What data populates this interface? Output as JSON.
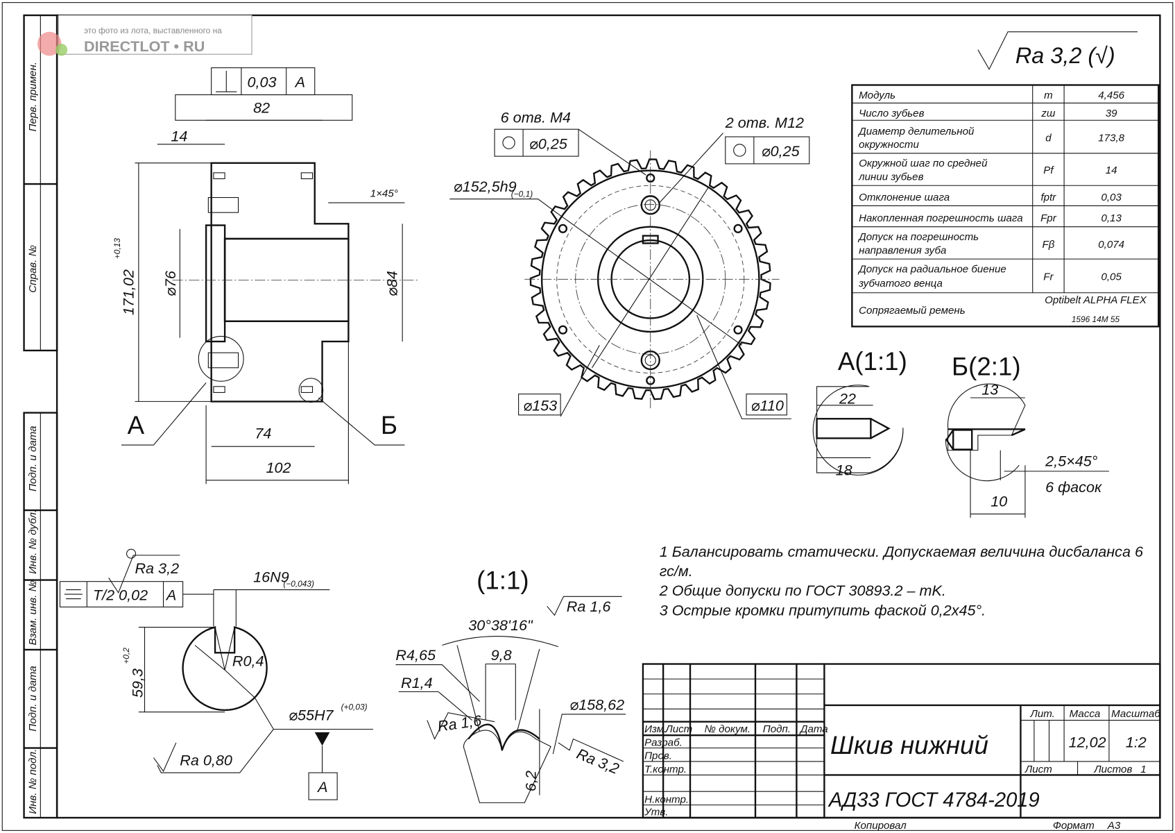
{
  "watermark": {
    "caption": "это фото из лота, выставленного на",
    "brand": "DIRECTLOT • RU"
  },
  "side_strip": [
    "Перв. примен.",
    "Справ. №",
    "Подп. и дата",
    "Инв. № дубл.",
    "Взам. инв. №",
    "Подп. и дата",
    "Инв. № подл."
  ],
  "roughness_general": "Ra 3,2 (√)",
  "params_table": [
    {
      "name": "Модуль",
      "symbol": "m",
      "value": "4,456"
    },
    {
      "name": "Число зубьев",
      "symbol": "zш",
      "value": "39"
    },
    {
      "name": "Диаметр делительной",
      "name2": "окружности",
      "symbol": "d",
      "value": "173,8"
    },
    {
      "name": "Окружной шаг по средней",
      "name2": "линии зубьев",
      "symbol": "Pf",
      "value": "14"
    },
    {
      "name": "Отклонение шага",
      "symbol": "fptr",
      "value": "0,03"
    },
    {
      "name": "Накопленная погрешность шага",
      "symbol": "Fpr",
      "value": "0,13"
    },
    {
      "name": "Допуск на погрешность",
      "name2": "направления зуба",
      "symbol": "Fβ",
      "value": "0,074"
    },
    {
      "name": "Допуск на радиальное биение",
      "name2": "зубчатого венца",
      "symbol": "Fr",
      "value": "0,05"
    },
    {
      "name": "Сопрягаемый ремень",
      "value": "Optibelt ALPHA FLEX",
      "value2": "1596 14M 55"
    }
  ],
  "section_view": {
    "perp_tol": "0,03",
    "perp_datum": "A",
    "dim_82": "82",
    "dim_14": "14",
    "chamfer": "1×45°",
    "dim_height": "171,02",
    "dim_height_tol": "+0,13",
    "dim_76": "⌀76",
    "dim_84": "⌀84",
    "dim_74": "74",
    "dim_102": "102",
    "label_a": "А",
    "label_b": "Б"
  },
  "front_view": {
    "holes_m4": "6 отв. M4",
    "holes_m4_tol": "⌀0,25",
    "holes_m12": "2 отв. M12",
    "holes_m12_tol": "⌀0,25",
    "dim_152": "⌀152,5h9",
    "dim_152_tol": "(−0,1)",
    "dim_153": "⌀153",
    "dim_110": "⌀110"
  },
  "detail_a": {
    "title": "А(1:1)",
    "dim_22": "22",
    "dim_18": "18"
  },
  "detail_b": {
    "title": "Б(2:1)",
    "dim_13": "13",
    "dim_10": "10",
    "chamfer": "2,5×45°",
    "chamfer_count": "6 фасок"
  },
  "key_section": {
    "roughness_top": "Ra 3,2",
    "sym_tol": "T/2 0,02",
    "sym_datum": "A",
    "keyway": "16N9",
    "keyway_tol": "(−0,043)",
    "dim_59": "59,3",
    "dim_59_tol": "+0,2",
    "radius": "R0,4",
    "bore": "⌀55H7",
    "bore_tol": "(+0,03)",
    "roughness_bore": "Ra 0,80",
    "datum": "A"
  },
  "tooth_profile": {
    "title": "(1:1)",
    "angle": "30°38'16\"",
    "roughness_flank": "Ra 1,6",
    "r465": "R4,65",
    "r14": "R1,4",
    "dim_98": "9,8",
    "roughness_root": "Ra 1,6",
    "dia": "⌀158,62",
    "roughness_tip": "Ra 3,2",
    "dim_62": "6,2"
  },
  "notes": [
    "1 Балансировать статически. Допускаемая величина дисбаланса 6",
    "гс/м.",
    "2  Общие допуски по ГОСТ 30893.2 – mK.",
    "3  Острые кромки притупить фаской 0,2x45°."
  ],
  "title_block": {
    "headers": [
      "Изм.",
      "Лист",
      "№ докум.",
      "Подп.",
      "Дата"
    ],
    "roles": [
      "Разраб.",
      "Пров.",
      "Т.контр.",
      "",
      "Н.контр.",
      "Утв."
    ],
    "part_name": "Шкив нижний",
    "material": "АД33 ГОСТ 4784-2019",
    "lit_label": "Лит.",
    "mass_label": "Масса",
    "scale_label": "Масштаб",
    "mass": "12,02",
    "scale": "1:2",
    "sheet_label": "Лист",
    "sheets_label": "Листов",
    "sheets": "1",
    "copied": "Копировал",
    "format_label": "Формат",
    "format": "А3"
  }
}
